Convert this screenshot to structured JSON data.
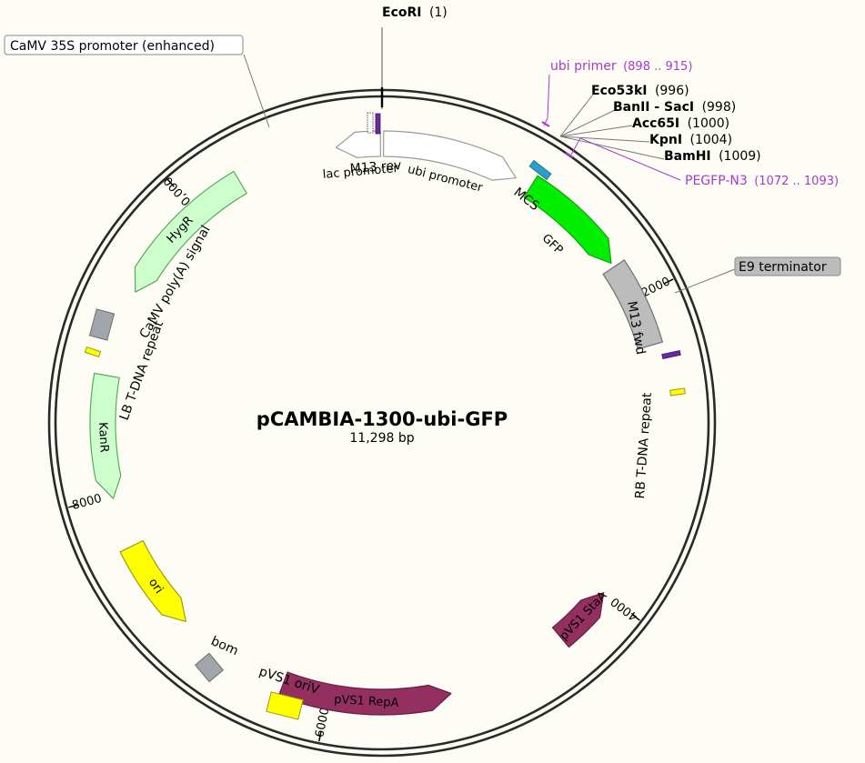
{
  "plasmid": {
    "name": "pCAMBIA-1300-ubi-GFP",
    "length": 11298,
    "length_label": "11,298 bp"
  },
  "ticks": [
    {
      "pos": 2000,
      "label": "2000"
    },
    {
      "pos": 4000,
      "label": "4000"
    },
    {
      "pos": 6000,
      "label": "6000"
    },
    {
      "pos": 8000,
      "label": "8000"
    },
    {
      "pos": 10000,
      "label": "10,000"
    }
  ],
  "features": [
    {
      "id": "lac-promoter",
      "label": "lac promoter",
      "start": 11000,
      "end": 11288,
      "dir": -1,
      "fill": "#ffffff",
      "stroke": "#9a9a9a",
      "shape": "arrow",
      "labelPos": "inside"
    },
    {
      "id": "ubi-promoter",
      "label": "ubi promoter",
      "start": 10,
      "end": 900,
      "dir": 1,
      "fill": "#ffffff",
      "stroke": "#9a9a9a",
      "shape": "arrow",
      "labelPos": "inside"
    },
    {
      "id": "gfp",
      "label": "GFP",
      "start": 1010,
      "end": 1730,
      "dir": 1,
      "fill": "#00ee00",
      "stroke": "#199a19",
      "shape": "arrow",
      "labelPos": "inside-inner"
    },
    {
      "id": "e9-terminator",
      "label": "",
      "start": 1760,
      "end": 2320,
      "dir": 0,
      "fill": "#bcbcbc",
      "stroke": "#707070",
      "shape": "box"
    },
    {
      "id": "pvs1-staa",
      "label": "pVS1 StaA",
      "start": 4000,
      "end": 4400,
      "dir": -1,
      "fill": "#943060",
      "stroke": "#6a1c42",
      "shape": "arrow",
      "labelPos": "on",
      "textColor": "#ffffff"
    },
    {
      "id": "pvs1-repa",
      "label": "pVS1 RepA",
      "start": 5200,
      "end": 6300,
      "dir": -1,
      "fill": "#943060",
      "stroke": "#6a1c42",
      "shape": "arrow",
      "labelPos": "on",
      "textColor": "#ffffff"
    },
    {
      "id": "ori",
      "label": "ori",
      "start": 7050,
      "end": 7650,
      "dir": -1,
      "fill": "#ffff00",
      "stroke": "#9a9a18",
      "shape": "arrow",
      "labelPos": "on"
    },
    {
      "id": "kanr",
      "label": "KanR",
      "start": 7980,
      "end": 8780,
      "dir": -1,
      "fill": "#ccffcc",
      "stroke": "#5aa85a",
      "shape": "arrow",
      "labelPos": "on"
    },
    {
      "id": "hygr",
      "label": "HygR",
      "start": 9350,
      "end": 10340,
      "dir": -1,
      "fill": "#ccffcc",
      "stroke": "#5aa85a",
      "shape": "arrow",
      "labelPos": "on"
    }
  ],
  "labels": {
    "m13_rev": "M13 rev",
    "mcs": "MCS",
    "m13_fwd": "M13 fwd",
    "rb_tdna": "RB T-DNA repeat",
    "lb_tdna": "LB T-DNA repeat",
    "camv_polya": "CaMV poly(A) signal",
    "bom": "bom",
    "pvs1_oriv": "pVS1 oriV",
    "e9_terminator": "E9 terminator",
    "camv35s": "CaMV 35S promoter (enhanced)"
  },
  "sites": [
    {
      "name": "EcoRI",
      "pos_text": "(1)"
    },
    {
      "name": "Eco53kI",
      "pos_text": "(996)"
    },
    {
      "name": "BanII - SacI",
      "pos_text": "(998)"
    },
    {
      "name": "Acc65I",
      "pos_text": "(1000)"
    },
    {
      "name": "KpnI",
      "pos_text": "(1004)"
    },
    {
      "name": "BamHI",
      "pos_text": "(1009)"
    }
  ],
  "primers": [
    {
      "name": "ubi primer",
      "pos_text": "(898 .. 915)"
    },
    {
      "name": "PEGFP-N3",
      "pos_text": "(1072 .. 1093)"
    }
  ],
  "colors": {
    "background": "#fefdf5",
    "backbone": "#2a2a2a",
    "primer": "#a53ad1",
    "e9_box": "#bcbcbc",
    "grey_box": "#a0a4ab",
    "yellow_box": "#ffff00",
    "purple_marker": "#6a2aa0",
    "mcs_marker": "#2aa0c8"
  }
}
